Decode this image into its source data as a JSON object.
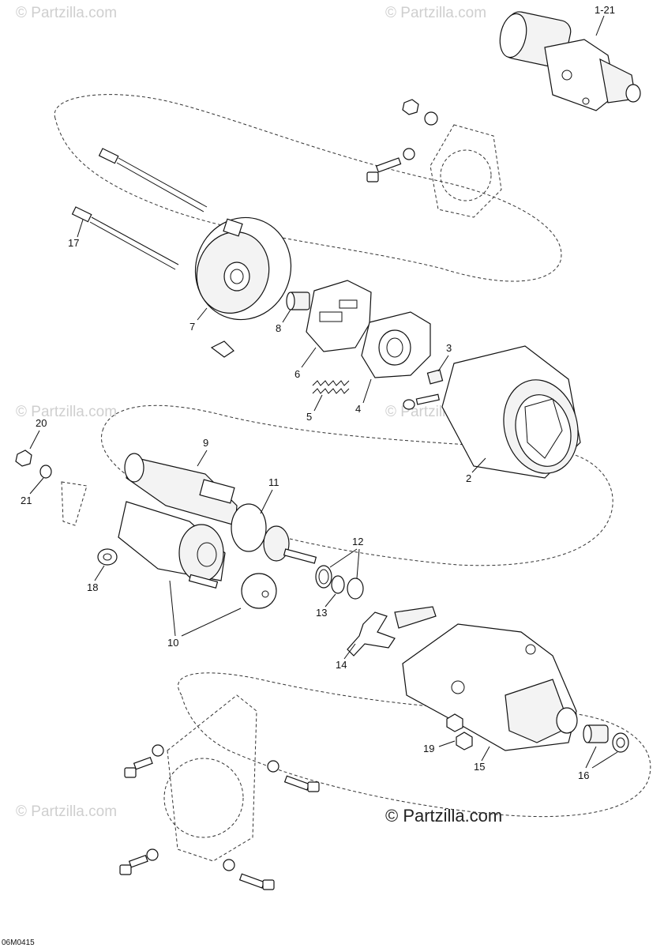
{
  "watermarks": {
    "corner_text": "© Partzilla.com",
    "main_text": "© Partzilla.com"
  },
  "diagram_code": "06M0415",
  "callouts": {
    "c1_21": "1-21",
    "c2": "2",
    "c3": "3",
    "c4": "4",
    "c5": "5",
    "c6": "6",
    "c7": "7",
    "c8": "8",
    "c9": "9",
    "c10": "10",
    "c11": "11",
    "c12": "12",
    "c13": "13",
    "c14": "14",
    "c15": "15",
    "c16": "16",
    "c17": "17",
    "c18": "18",
    "c19": "19",
    "c20": "20",
    "c21": "21"
  }
}
